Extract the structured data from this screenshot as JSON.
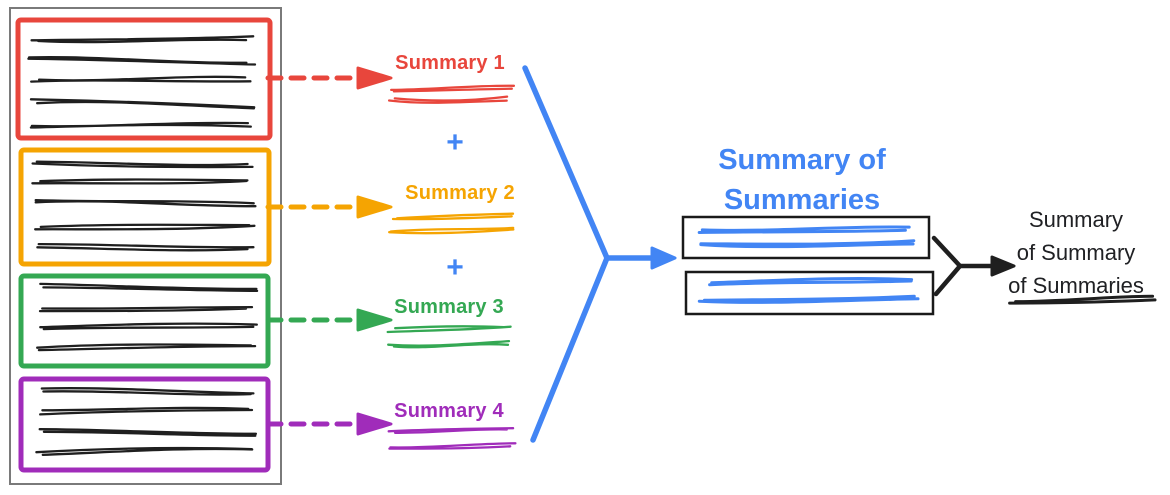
{
  "colors": {
    "red": "#e8463c",
    "yellow": "#f5a402",
    "green": "#34a853",
    "purple": "#a02cba",
    "blue": "#4285f4",
    "ink": "#1f1f1f",
    "frame": "#7a7a7a"
  },
  "documents_panel": {
    "sections": [
      {
        "summary_label": "Summary 1",
        "color": "red",
        "text_line_count": 5
      },
      {
        "summary_label": "Summary 2",
        "color": "yellow",
        "text_line_count": 5
      },
      {
        "summary_label": "Summary 3",
        "color": "green",
        "text_line_count": 4
      },
      {
        "summary_label": "Summary 4",
        "color": "purple",
        "text_line_count": 4
      }
    ],
    "plus_sign": "+"
  },
  "summary_of_summaries": {
    "title_lines": [
      "Summary of",
      "Summaries"
    ],
    "box_count": 2
  },
  "final_summary": {
    "title_lines": [
      "Summary",
      "of Summary",
      "of Summaries"
    ]
  }
}
